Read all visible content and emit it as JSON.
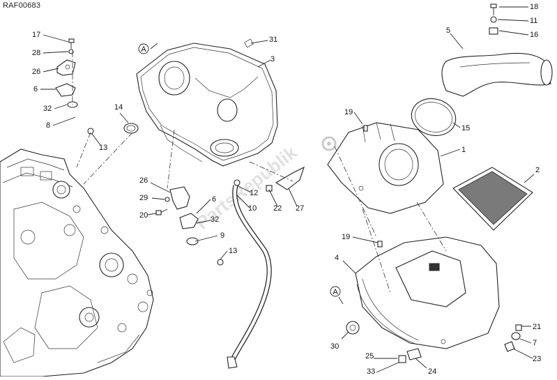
{
  "reference_code": "RAF00683",
  "watermark": "PartsRepublik",
  "callouts": [
    {
      "id": "c1",
      "text": "1"
    },
    {
      "id": "c2",
      "text": "2"
    },
    {
      "id": "c3",
      "text": "3"
    },
    {
      "id": "c4",
      "text": "4"
    },
    {
      "id": "c5",
      "text": "5"
    },
    {
      "id": "c6a",
      "text": "6"
    },
    {
      "id": "c6b",
      "text": "6"
    },
    {
      "id": "c7",
      "text": "7"
    },
    {
      "id": "c8",
      "text": "8"
    },
    {
      "id": "c9",
      "text": "9"
    },
    {
      "id": "c10",
      "text": "10"
    },
    {
      "id": "c11",
      "text": "11"
    },
    {
      "id": "c12",
      "text": "12"
    },
    {
      "id": "c13a",
      "text": "13"
    },
    {
      "id": "c13b",
      "text": "13"
    },
    {
      "id": "c14",
      "text": "14"
    },
    {
      "id": "c15",
      "text": "15"
    },
    {
      "id": "c16",
      "text": "16"
    },
    {
      "id": "c17",
      "text": "17"
    },
    {
      "id": "c18",
      "text": "18"
    },
    {
      "id": "c19a",
      "text": "19"
    },
    {
      "id": "c19b",
      "text": "19"
    },
    {
      "id": "c20",
      "text": "20"
    },
    {
      "id": "c21",
      "text": "21"
    },
    {
      "id": "c22",
      "text": "22"
    },
    {
      "id": "c23",
      "text": "23"
    },
    {
      "id": "c24",
      "text": "24"
    },
    {
      "id": "c25",
      "text": "25"
    },
    {
      "id": "c26a",
      "text": "26"
    },
    {
      "id": "c26b",
      "text": "26"
    },
    {
      "id": "c27",
      "text": "27"
    },
    {
      "id": "c28",
      "text": "28"
    },
    {
      "id": "c29",
      "text": "29"
    },
    {
      "id": "c30",
      "text": "30"
    },
    {
      "id": "c31",
      "text": "31"
    },
    {
      "id": "c32a",
      "text": "32"
    },
    {
      "id": "c32b",
      "text": "32"
    },
    {
      "id": "c33",
      "text": "33"
    }
  ],
  "section_markers": [
    {
      "id": "a1",
      "text": "A"
    },
    {
      "id": "a2",
      "text": "A"
    }
  ]
}
